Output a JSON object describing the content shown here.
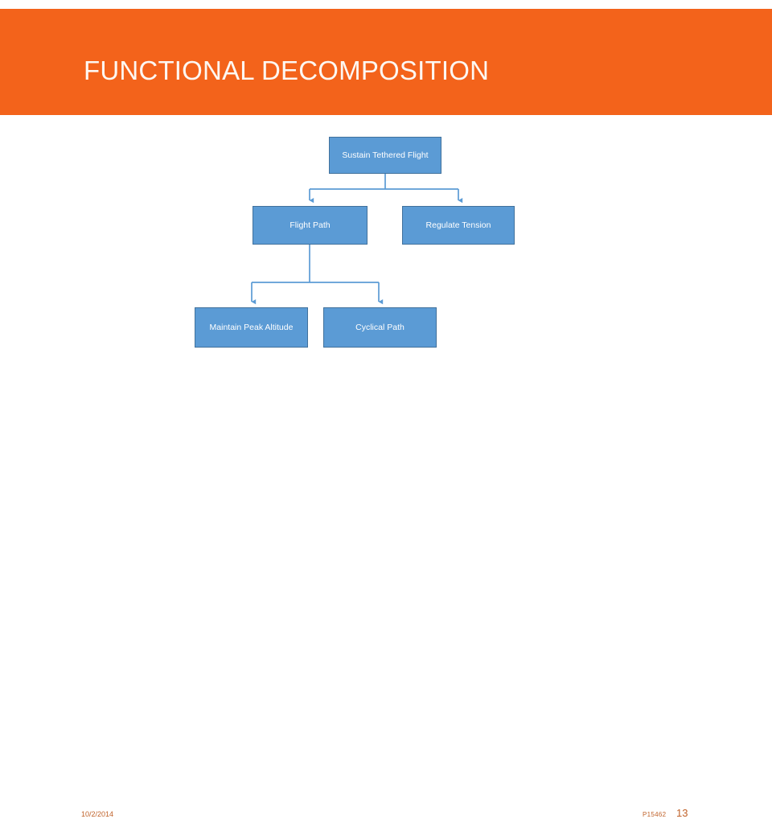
{
  "slide": {
    "title": "FUNCTIONAL DECOMPOSITION",
    "banner_color": "#F3631B",
    "title_color": "#FDF7F2",
    "background_color": "#FFFFFF"
  },
  "diagram": {
    "type": "tree",
    "node_fill": "#5B9BD5",
    "node_border": "#41719C",
    "node_text_color": "#FFFFFF",
    "connector_color": "#5B9BD5",
    "nodes": [
      {
        "id": "root",
        "label": "Sustain Tethered Flight",
        "level": 1
      },
      {
        "id": "flight-path",
        "label": "Flight Path",
        "level": 2
      },
      {
        "id": "reg-tension",
        "label": "Regulate Tension",
        "level": 2
      },
      {
        "id": "peak-alt",
        "label": "Maintain Peak Altitude",
        "level": 3
      },
      {
        "id": "cyclical",
        "label": "Cyclical Path",
        "level": 3
      }
    ],
    "edges": [
      {
        "from": "root",
        "to": "flight-path"
      },
      {
        "from": "root",
        "to": "reg-tension"
      },
      {
        "from": "flight-path",
        "to": "peak-alt"
      },
      {
        "from": "flight-path",
        "to": "cyclical"
      }
    ]
  },
  "footer": {
    "date": "10/2/2014",
    "code": "P15462",
    "slide_number": "13",
    "text_color": "#C0622A"
  }
}
